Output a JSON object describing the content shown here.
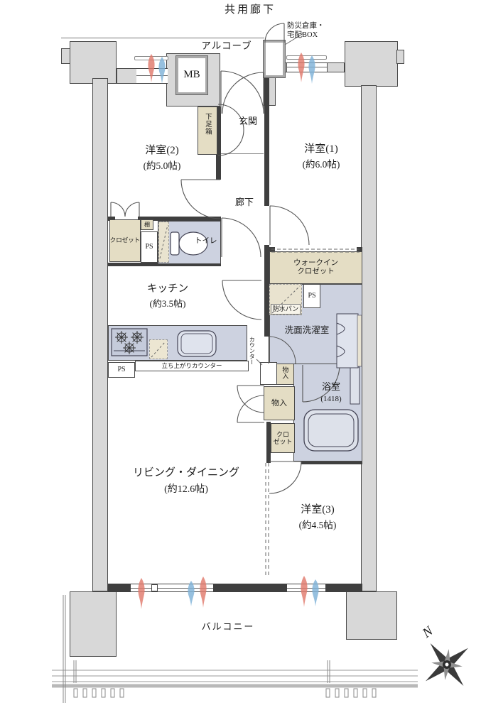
{
  "plan": {
    "exterior": {
      "common_corridor": "共用廊下",
      "alcove": "アルコーブ",
      "disaster_storage_line1": "防災倉庫・",
      "disaster_storage_line2": "宅配BOX",
      "meter_box": "MB",
      "balcony": "バルコニー",
      "compass_north": "N"
    },
    "entry": {
      "entrance": "玄関",
      "shoe_box": "下足箱",
      "hallway": "廊下"
    },
    "rooms": {
      "western_room_1": {
        "name": "洋室(1)",
        "size": "(約6.0帖)"
      },
      "western_room_2": {
        "name": "洋室(2)",
        "size": "(約5.0帖)"
      },
      "western_room_3": {
        "name": "洋室(3)",
        "size": "(約4.5帖)"
      },
      "living_dining": {
        "name": "リビング・ダイニング",
        "size": "(約12.6帖)"
      },
      "kitchen": {
        "name": "キッチン",
        "size": "(約3.5帖)"
      },
      "bathroom": {
        "name": "浴室",
        "size": "(1418)"
      },
      "washroom": {
        "name": "洗面洗濯室"
      },
      "toilet": {
        "name": "トイレ"
      }
    },
    "storage": {
      "closet": "クロゼット",
      "walk_in_closet_line1": "ウォークイン",
      "walk_in_closet_line2": "クロゼット",
      "shelf": "棚",
      "storage_compartment": "物入",
      "small_closet_line1": "クロ",
      "small_closet_line2": "ゼット"
    },
    "utility": {
      "pipe_space": "PS",
      "waterproof_pan": "防水パン",
      "counter": "カウンター",
      "raised_counter": "立ち上がりカウンター"
    },
    "colors": {
      "wall_fill": "#d8d8d8",
      "wall_line": "#4a4a4a",
      "closet_fill": "#e4ddc4",
      "wet_area_fill": "#cdd2e0",
      "warm_air": "#e07a6c",
      "cool_air": "#7fb2d8"
    }
  }
}
